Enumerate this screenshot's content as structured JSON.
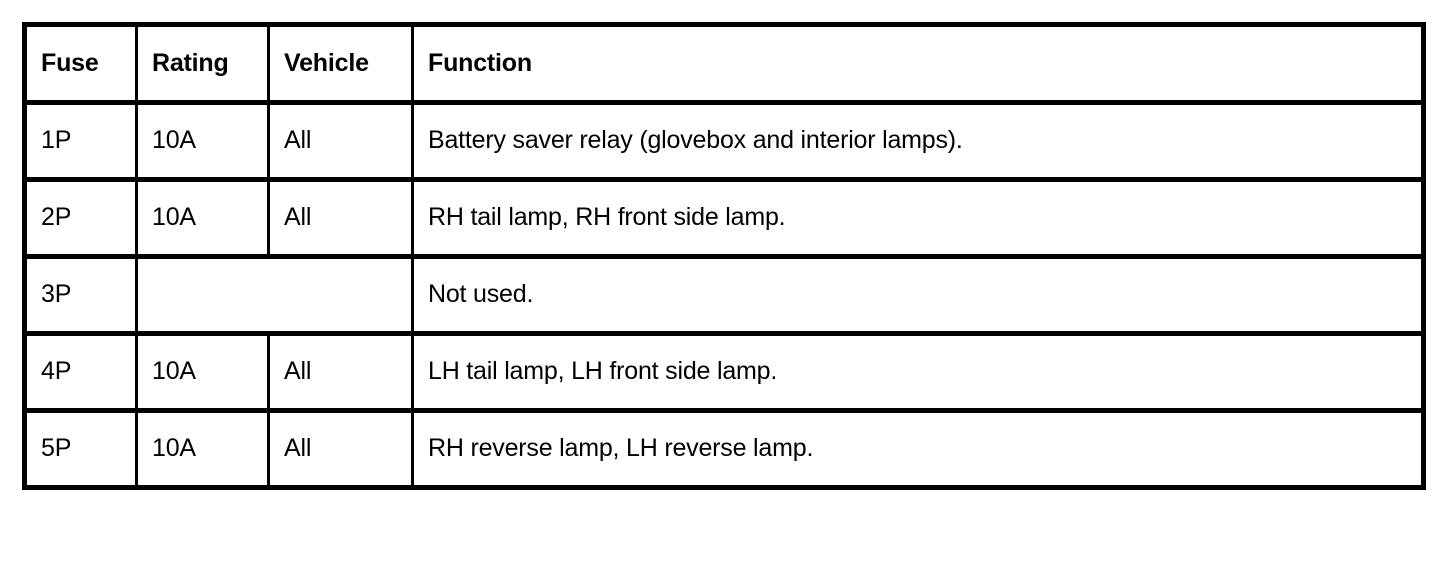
{
  "table": {
    "columns": [
      {
        "key": "fuse",
        "label": "Fuse"
      },
      {
        "key": "rating",
        "label": "Rating"
      },
      {
        "key": "vehicle",
        "label": "Vehicle"
      },
      {
        "key": "function",
        "label": "Function"
      }
    ],
    "rows": [
      {
        "fuse": "1P",
        "rating": "10A",
        "vehicle": "All",
        "function": "Battery saver relay (glovebox and interior lamps)."
      },
      {
        "fuse": "2P",
        "rating": "10A",
        "vehicle": "All",
        "function": "RH tail lamp, RH front side lamp."
      },
      {
        "fuse": "3P",
        "rating": "",
        "vehicle": "",
        "merged_rating_vehicle": true,
        "function": "Not used."
      },
      {
        "fuse": "4P",
        "rating": "10A",
        "vehicle": "All",
        "function": "LH tail lamp, LH front side lamp."
      },
      {
        "fuse": "5P",
        "rating": "10A",
        "vehicle": "All",
        "function": "RH reverse lamp, LH reverse lamp."
      }
    ]
  },
  "style": {
    "border_color": "#000000",
    "background": "#ffffff",
    "text_color": "#000000"
  }
}
